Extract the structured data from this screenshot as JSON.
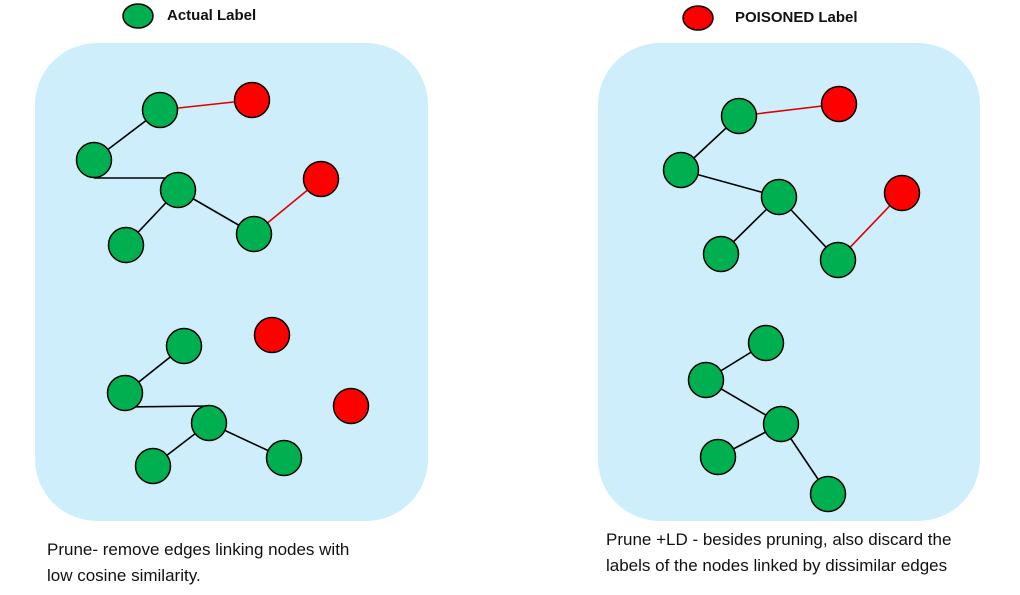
{
  "legend": {
    "actual": {
      "label": "Actual Label",
      "color": "#00b050"
    },
    "poisoned": {
      "label": "POISONED Label",
      "color": "#ff0000"
    }
  },
  "colors": {
    "panel": "#cdeefa",
    "normal_edge": "#000000",
    "dissimilar_edge": "#e00000",
    "node_stroke": "#000000"
  },
  "panels": [
    {
      "caption_lines": [
        "Prune- remove edges linking nodes with",
        "low cosine similarity."
      ]
    },
    {
      "caption_lines": [
        "Prune +LD - besides pruning, also discard the",
        "labels of the nodes linked by dissimilar edges"
      ]
    }
  ]
}
